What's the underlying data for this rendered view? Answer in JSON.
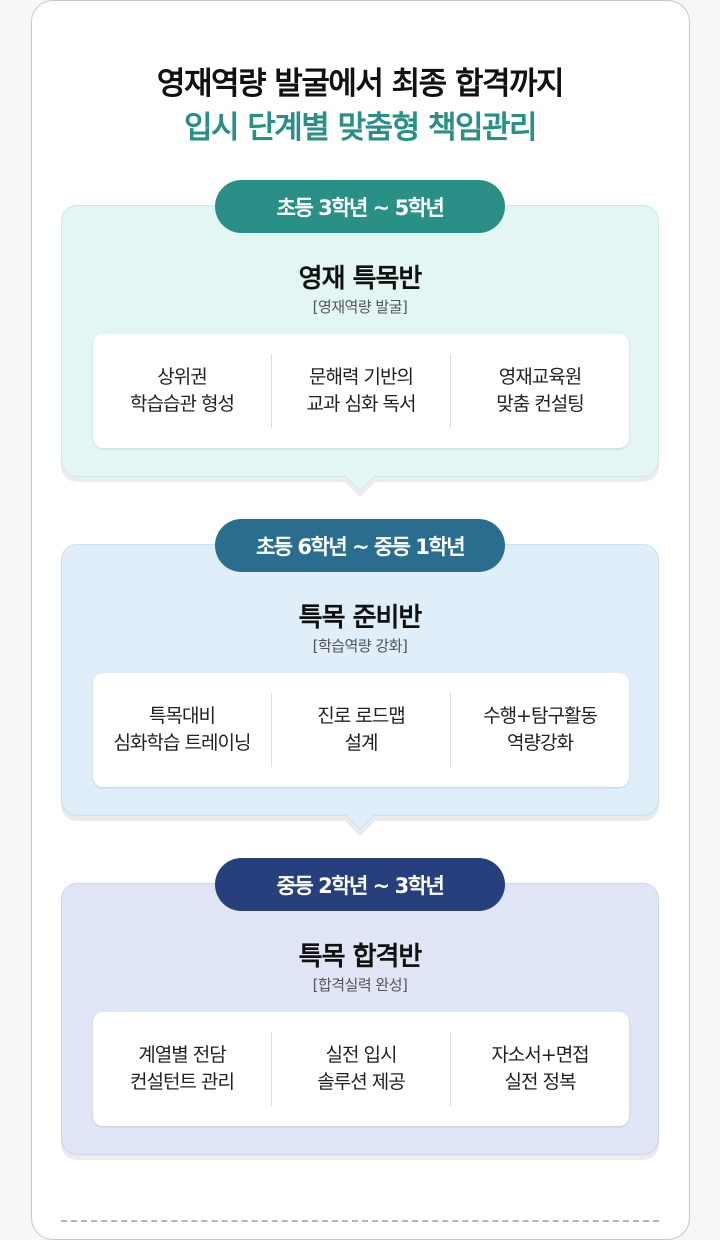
{
  "headline": {
    "line1": "영재역량 발굴에서 최종 합격까지",
    "line2": "입시 단계별 맞춤형 책임관리"
  },
  "stages": [
    {
      "grade": "초등 3학년 ~ 5학년",
      "title": "영재 특목반",
      "subtitle": "[영재역량 발굴]",
      "items": [
        "상위권\n학습습관 형성",
        "문해력 기반의\n교과 심화 독서",
        "영재교육원\n맞춤 컨설팅"
      ],
      "pill_color": "#2a8f86",
      "bg": "#e3f6f4",
      "border": "#cde9e5"
    },
    {
      "grade": "초등 6학년 ~ 중등 1학년",
      "title": "특목 준비반",
      "subtitle": "[학습역량 강화]",
      "items": [
        "특목대비\n심화학습 트레이닝",
        "진로 로드맵\n설계",
        "수행+탐구활동\n역량강화"
      ],
      "pill_color": "#2a6d8e",
      "bg": "#dfeef9",
      "border": "#c9e0f0"
    },
    {
      "grade": "중등 2학년 ~ 3학년",
      "title": "특목 합격반",
      "subtitle": "[합격실력 완성]",
      "items": [
        "계열별 전담\n컨설턴트 관리",
        "실전 입시\n솔루션 제공",
        "자소서+면접\n실전 정복"
      ],
      "pill_color": "#283f7d",
      "bg": "#e0e6f5",
      "border": "#cdd4ea"
    }
  ]
}
